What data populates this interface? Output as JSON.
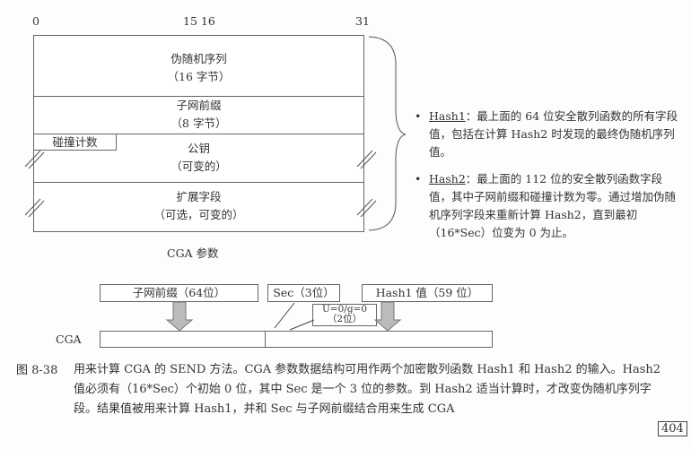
{
  "ruler": {
    "start": "0",
    "mid": "15 16",
    "end": "31"
  },
  "params": {
    "rows": [
      {
        "name": "伪随机序列",
        "note": "（16 字节）"
      },
      {
        "name": "子网前缀",
        "note": "（8 字节）"
      },
      {
        "name": "公钥",
        "note": "（可变的）"
      },
      {
        "name": "扩展字段",
        "note": "（可选，可变的）"
      }
    ],
    "collision_count": "碰撞计数",
    "title": "CGA 参数"
  },
  "bullets": [
    {
      "term": "Hash1",
      "text": "：最上面的 64 位安全散列函数的所有字段值，包括在计算 Hash2 时发现的最终伪随机序列值。"
    },
    {
      "term": "Hash2",
      "text": "：最上面的 112 位的安全散列函数字段值，其中子网前缀和碰撞计数为零。通过增加伪随机序列字段来重新计算 Hash2，直到最初（16*Sec）位变为 0 为止。"
    }
  ],
  "cga": {
    "label": "CGA",
    "subnet": "子网前缀（64位）",
    "sec": "Sec（3位）",
    "hash1": "Hash1 值（59 位）",
    "ug_line1": "U=0/g=0",
    "ug_line2": "（2位）"
  },
  "caption": {
    "number": "图 8-38",
    "text": "用来计算 CGA 的 SEND 方法。CGA 参数数据结构可用作两个加密散列函数 Hash1 和 Hash2 的输入。Hash2 值必须有（16*Sec）个初始 0 位，其中 Sec 是一个 3 位的参数。到 Hash2 适当计算时，才改变伪随机序列字段。结果值被用来计算 Hash1，并和 Sec 与子网前缀结合用来生成 CGA"
  },
  "page_number": "404"
}
